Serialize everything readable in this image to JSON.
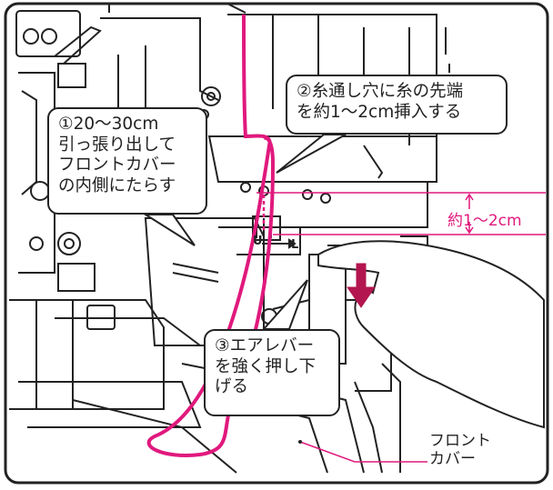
{
  "callouts": {
    "step1": {
      "lines": [
        "①20～30cm",
        "引っ張り出して",
        "フロントカバー",
        "の内側にたらす"
      ]
    },
    "step2": {
      "lines": [
        "②糸通し穴に糸の先端",
        "を約1～2cm挿入する"
      ]
    },
    "step3": {
      "lines": [
        "③エアレバー",
        "を強く押し下",
        "げる"
      ]
    }
  },
  "labels": {
    "measurement": "約1～2cm",
    "front_cover": [
      "フロント",
      "カバー"
    ],
    "u_mark": "U",
    "l_mark": "L"
  },
  "colors": {
    "thread": "#e0197d",
    "line": "#222222",
    "arrow": "#b3164f",
    "background": "#ffffff"
  },
  "icons": {
    "press_arrow": "down-arrow-icon",
    "insertion_guide": "double-arrow-icon"
  }
}
